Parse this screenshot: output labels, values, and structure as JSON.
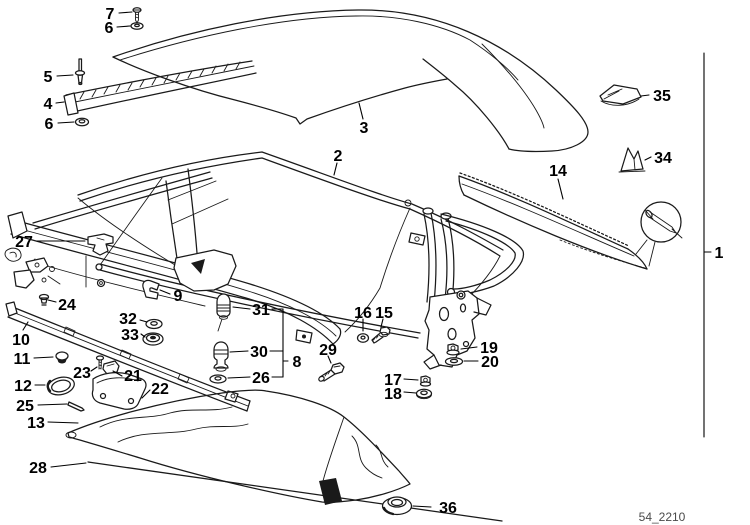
{
  "diagram": {
    "type": "exploded-parts-diagram",
    "subject": "folding-top-assembly",
    "code": "54_2210",
    "colors": {
      "line": "#1a1a1a",
      "label": "#000000",
      "code": "#4a4a4a",
      "background": "#ffffff"
    },
    "callouts": [
      {
        "label": "7"
      },
      {
        "label": "6"
      },
      {
        "label": "5"
      },
      {
        "label": "4"
      },
      {
        "label": "6"
      },
      {
        "label": "3"
      },
      {
        "label": "2"
      },
      {
        "label": "35"
      },
      {
        "label": "34"
      },
      {
        "label": "14"
      },
      {
        "label": "1"
      },
      {
        "label": "27"
      },
      {
        "label": "24"
      },
      {
        "label": "10"
      },
      {
        "label": "9"
      },
      {
        "label": "32"
      },
      {
        "label": "33"
      },
      {
        "label": "11"
      },
      {
        "label": "23"
      },
      {
        "label": "21"
      },
      {
        "label": "22"
      },
      {
        "label": "12"
      },
      {
        "label": "25"
      },
      {
        "label": "13"
      },
      {
        "label": "28"
      },
      {
        "label": "31"
      },
      {
        "label": "30"
      },
      {
        "label": "26"
      },
      {
        "label": "8"
      },
      {
        "label": "29"
      },
      {
        "label": "16"
      },
      {
        "label": "15"
      },
      {
        "label": "19"
      },
      {
        "label": "20"
      },
      {
        "label": "17"
      },
      {
        "label": "18"
      },
      {
        "label": "36"
      }
    ]
  }
}
